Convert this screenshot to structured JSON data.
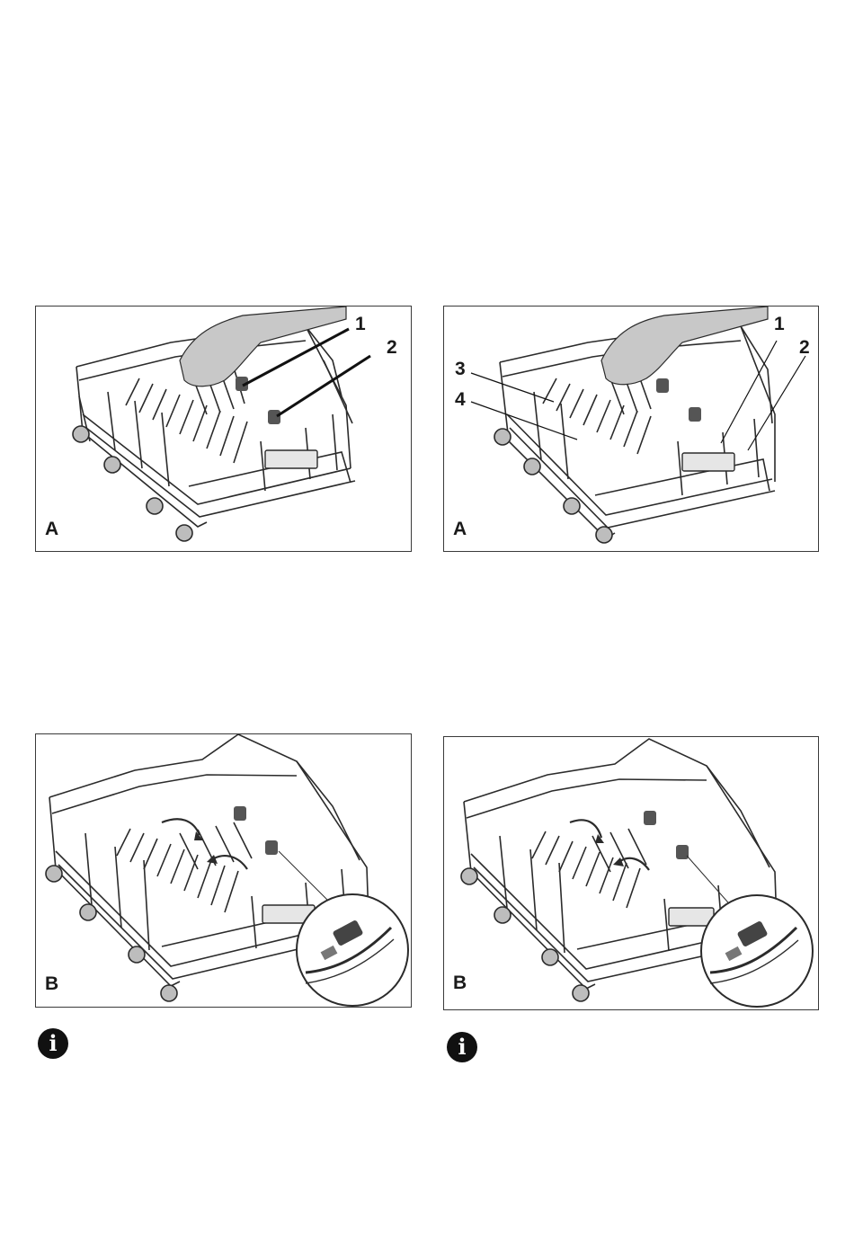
{
  "figures": [
    {
      "id": "top-left",
      "letter": "A",
      "callouts": [
        "1",
        "2"
      ]
    },
    {
      "id": "top-right",
      "letter": "A",
      "callouts": [
        "1",
        "2",
        "3",
        "4"
      ]
    },
    {
      "id": "bottom-left",
      "letter": "B"
    },
    {
      "id": "bottom-right",
      "letter": "B"
    }
  ],
  "info_icon_glyph": "i",
  "colors": {
    "line": "#2b2b2b",
    "frame": "#3a3a3a",
    "hand": "#c8c8c8",
    "wheel": "#bdbdbd"
  }
}
